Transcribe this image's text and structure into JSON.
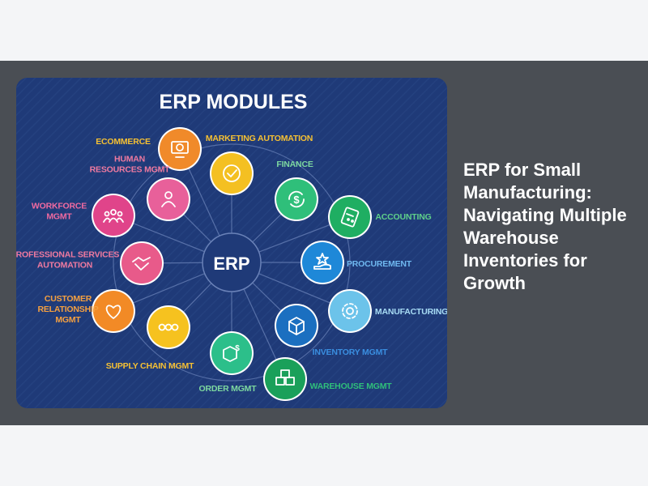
{
  "card": {
    "title": "ERP MODULES",
    "center": "ERP",
    "background": "#1f3a78"
  },
  "caption": "ERP for Small Manufacturing: Navigating Multiple Warehouse Inventories for Growth",
  "modules": [
    {
      "lines": [
        "ECOMMERCE"
      ],
      "color": "#f08a2a",
      "labelColor": "#f5c033",
      "icon": "monitor-dollar-icon"
    },
    {
      "lines": [
        "MARKETING AUTOMATION"
      ],
      "color": "#f4c022",
      "labelColor": "#f5c033",
      "icon": "badge-check-icon"
    },
    {
      "lines": [
        "FINANCE"
      ],
      "color": "#2fbf7a",
      "labelColor": "#7dd8a0",
      "icon": "dollar-cycle-icon"
    },
    {
      "lines": [
        "ACCOUNTING"
      ],
      "color": "#1fae62",
      "labelColor": "#5fd08a",
      "icon": "calculator-icon"
    },
    {
      "lines": [
        "PROCUREMENT"
      ],
      "color": "#1e88d8",
      "labelColor": "#6fb8f0",
      "icon": "hand-star-icon"
    },
    {
      "lines": [
        "MANUFACTURING"
      ],
      "color": "#6cc3ea",
      "labelColor": "#a8dcf5",
      "icon": "gear-icon"
    },
    {
      "lines": [
        "INVENTORY MGMT"
      ],
      "color": "#1b6fc0",
      "labelColor": "#3a8ee0",
      "icon": "box-icon"
    },
    {
      "lines": [
        "WAREHOUSE MGMT"
      ],
      "color": "#1aa05a",
      "labelColor": "#2fbf7a",
      "icon": "stacked-boxes-icon"
    },
    {
      "lines": [
        "ORDER MGMT"
      ],
      "color": "#2cbf8a",
      "labelColor": "#7dd8a0",
      "icon": "package-dollar-icon"
    },
    {
      "lines": [
        "SUPPLY CHAIN MGMT"
      ],
      "color": "#f6c21f",
      "labelColor": "#f5c033",
      "icon": "chain-icon"
    },
    {
      "lines": [
        "CUSTOMER",
        "RELATIONSHIP",
        "MGMT"
      ],
      "color": "#f28a26",
      "labelColor": "#f5a040",
      "icon": "heart-icon"
    },
    {
      "lines": [
        "PROFESSIONAL SERVICES",
        "AUTOMATION"
      ],
      "color": "#e85a8a",
      "labelColor": "#f07aa0",
      "icon": "handshake-icon"
    },
    {
      "lines": [
        "WORKFORCE",
        "MGMT"
      ],
      "color": "#e0448a",
      "labelColor": "#f06aa0",
      "icon": "people-icon"
    },
    {
      "lines": [
        "HUMAN",
        "RESOURCES MGMT"
      ],
      "color": "#e8609a",
      "labelColor": "#f07aa0",
      "icon": "person-icon"
    }
  ]
}
